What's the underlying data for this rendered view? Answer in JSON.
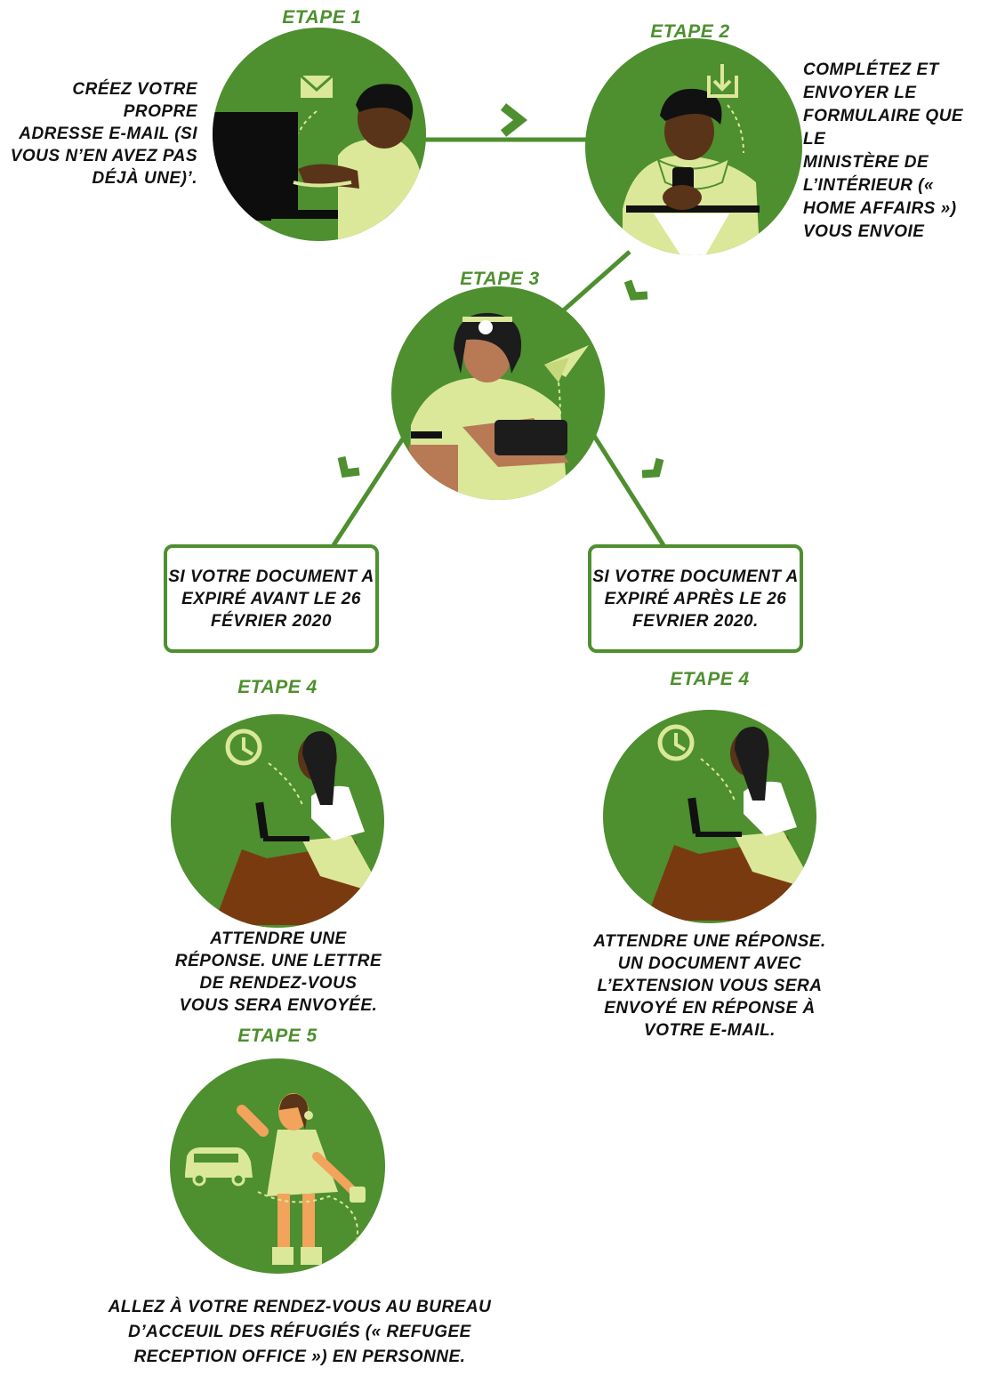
{
  "colors": {
    "green": "#4e8f2f",
    "light_green": "#dbe89a",
    "skin_dark": "#5a3418",
    "skin_brown": "#b77a55",
    "dark": "#1c1c1c"
  },
  "steps": {
    "step1": {
      "title": "ETAPE 1",
      "text": "CRÉEZ VOTRE PROPRE\nADRESSE E-MAIL (SI\nVOUS N’EN AVEZ PAS\nDÉJÀ UNE)’.",
      "icon": "envelope-icon"
    },
    "step2": {
      "title": "ETAPE 2",
      "text": "COMPLÉTEZ ET\nENVOYER LE\nFORMULAIRE QUE LE\nMINISTÈRE DE\nL’INTÉRIEUR («\nHOME AFFAIRS »)\nVOUS ENVOIE",
      "icon": "download-icon"
    },
    "step3": {
      "title": "ETAPE 3",
      "icon": "paper-plane-icon"
    },
    "branch_left": {
      "text": "SI VOTRE DOCUMENT A\nEXPIRÉ AVANT LE 26\nFÉVRIER 2020"
    },
    "branch_right": {
      "text": "SI VOTRE DOCUMENT A\nEXPIRÉ APRÈS LE 26\nFEVRIER 2020."
    },
    "step4_left": {
      "title": "ETAPE 4",
      "text": "ATTENDRE UNE\nRÉPONSE. UNE LETTRE\nDE RENDEZ-VOUS\nVOUS SERA ENVOYÉE.",
      "icon": "clock-icon"
    },
    "step4_right": {
      "title": "ETAPE 4",
      "text": "ATTENDRE UNE RÉPONSE.\nUN DOCUMENT AVEC\nL’EXTENSION VOUS SERA\nENVOYÉ EN RÉPONSE À\nVOTRE E-MAIL.",
      "icon": "clock-icon"
    },
    "step5": {
      "title": "ETAPE 5",
      "text": "ALLEZ À VOTRE RENDEZ-VOUS AU BUREAU\nD’ACCEUIL DES RÉFUGIÉS (« REFUGEE\nRECEPTION OFFICE ») EN PERSONNE.",
      "icon": "van-icon"
    }
  }
}
